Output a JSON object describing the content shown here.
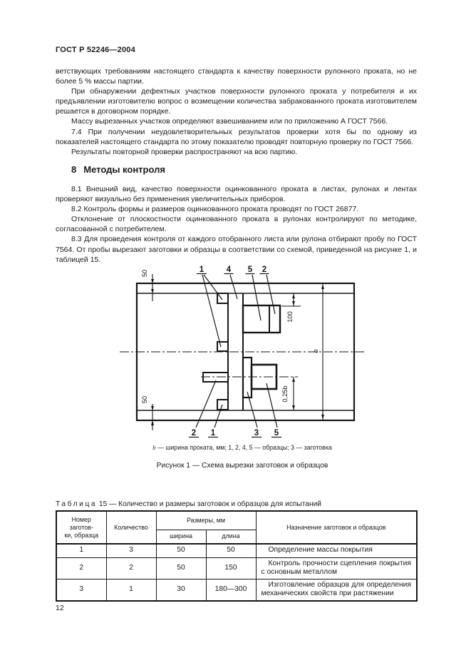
{
  "doc_header": "ГОСТ Р 52246—2004",
  "intro": {
    "paragraphs": [
      "ветствующих требованиям настоящего стандарта к качеству поверхности рулонного проката, но не более 5 % массы партии.",
      "При обнаружении дефектных участков поверхности рулонного проката у потребителя и их предъявлении изготовителю вопрос о возмещении количества забракованного проката изготовителем решается в договорном порядке.",
      "Массу вырезанных участков определяют взвешиванием или по приложению А ГОСТ 7566.",
      "7.4 При получении неудовлетворительных результатов проверки хотя бы по одному из показателей настоящего стандарта по этому показателю проводят повторную проверку по ГОСТ 7566.",
      "Результаты повторной проверки распространяют на всю партию."
    ]
  },
  "section8": {
    "number": "8",
    "title": "Методы контроля",
    "paragraphs": [
      "8.1 Внешний вид, качество поверхности оцинкованного проката в листах, рулонах и лентах проверяют визуально без применения увеличительных приборов.",
      "8.2 Контроль формы и размеров оцинкованного проката проводят по ГОСТ 26877.",
      "Отклонение от плоскостности оцинкованного проката в рулонах контролируют по методике, согласованной с потребителем.",
      "8.3 Для проведения контроля от каждого отобранного листа или рулона отбирают пробу по ГОСТ 7564. От пробы вырезают заготовки и образцы в соответствии со схемой, приведенной на рисунке 1, и таблицей 15."
    ]
  },
  "figure": {
    "callouts_top": [
      "1",
      "4",
      "5",
      "2"
    ],
    "callouts_bottom": [
      "2",
      "1",
      "3",
      "5"
    ],
    "dim_trim_top": "50",
    "dim_trim_bottom": "50",
    "dim_sample": "100",
    "dim_quarter": "0,25b",
    "dim_width": "b",
    "caption_var": "b",
    "caption_rest": " — ширина проката, мм; 1, 2, 4, 5 — образцы; 3 — заготовка",
    "title": "Рисунок 1 — Схема вырезки заготовок и образцов"
  },
  "table15": {
    "label_word": "Таблица",
    "label_rest": "15 — Количество и размеры заготовок и образцов для испытаний",
    "headers": {
      "col_number_l1": "Номер заготов-",
      "col_number_l2": "ки, образца",
      "col_qty": "Количество",
      "col_sizes": "Размеры, мм",
      "col_width": "ширина",
      "col_length": "длина",
      "col_purpose": "Назначение заготовок и образцов"
    },
    "rows": [
      {
        "number": "1",
        "qty": "3",
        "width": "50",
        "length": "50",
        "purpose": "Определение массы покрытия"
      },
      {
        "number": "2",
        "qty": "2",
        "width": "50",
        "length": "150",
        "purpose": "Контроль прочности сцепления покрытия с основным металлом"
      },
      {
        "number": "3",
        "qty": "1",
        "width": "30",
        "length": "180—300",
        "purpose": "Изготовление образцов для определения механических свойств при растяжении"
      }
    ]
  },
  "page_number": "12"
}
